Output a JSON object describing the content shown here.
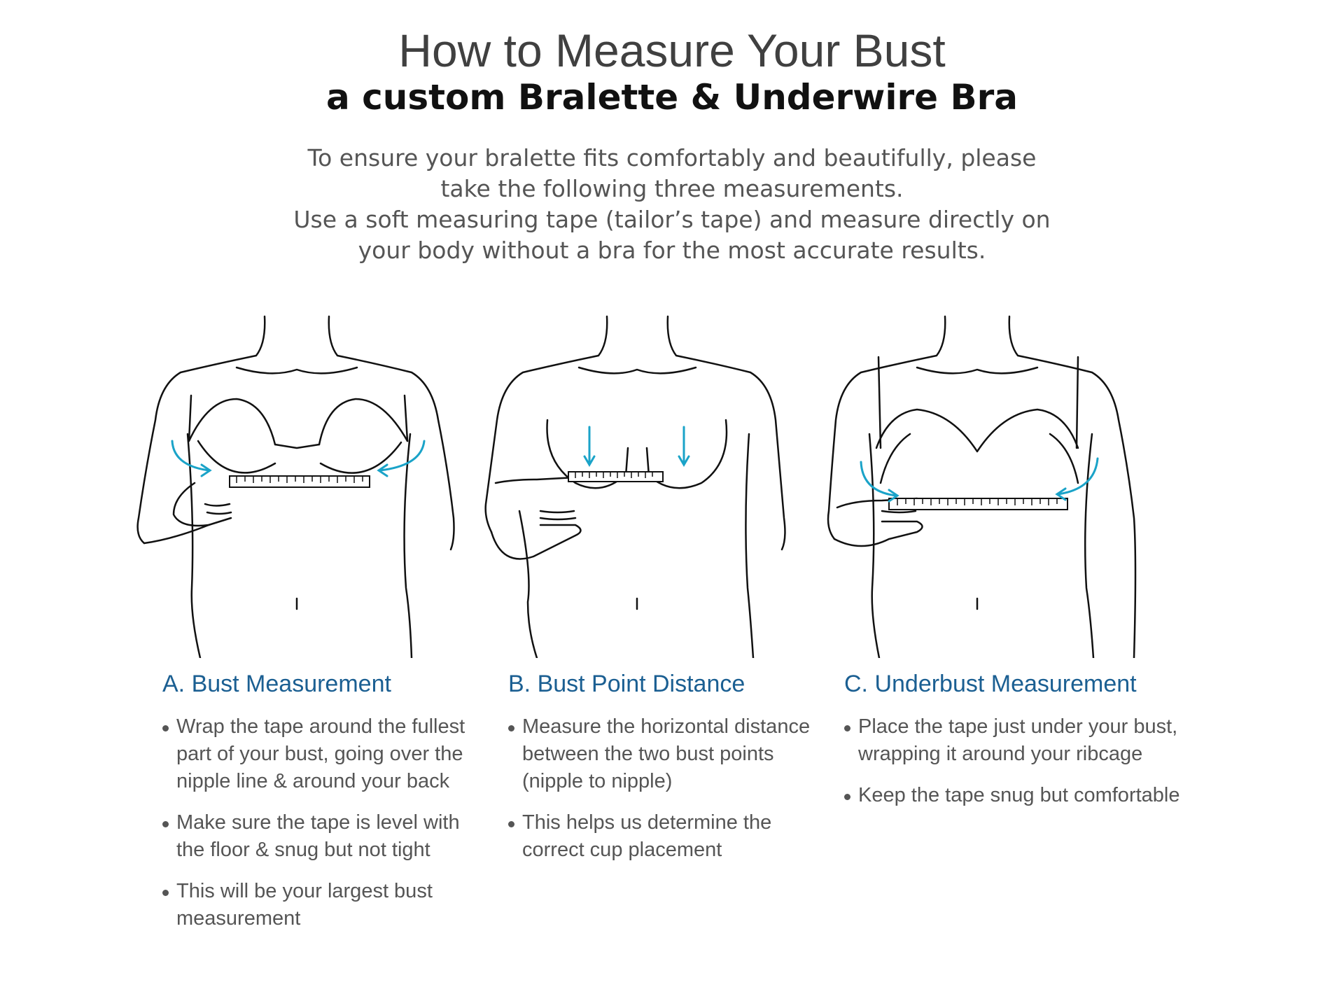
{
  "header": {
    "title": "How to Measure Your Bust",
    "subtitle": "a custom Bralette & Underwire Bra",
    "intro_lines": [
      "To ensure your bralette fits comfortably and beautifully, please",
      "take the following three measurements.",
      "Use a soft measuring tape (tailor’s tape) and measure directly on",
      "your body without a bra for the most accurate results."
    ]
  },
  "colors": {
    "heading": "#1b5f92",
    "arrow": "#1aa3c8",
    "text": "#555555",
    "line": "#111111"
  },
  "sections": [
    {
      "heading": "A. Bust Measurement",
      "illustration_icon": "bust-measurement-figure",
      "bullets": [
        "Wrap the tape around the fullest part of your bust, going over the nipple line & around your back",
        "Make sure the tape is level with the floor & snug but not tight",
        "This will be your largest bust measurement"
      ]
    },
    {
      "heading": "B. Bust Point Distance",
      "illustration_icon": "bust-point-figure",
      "bullets": [
        "Measure the horizontal distance between the two bust points (nipple to nipple)",
        "This helps us determine the correct cup placement"
      ]
    },
    {
      "heading": "C. Underbust Measurement",
      "illustration_icon": "underbust-figure",
      "bullets": [
        "Place the tape just under your bust, wrapping it around your ribcage",
        "Keep the tape snug but comfortable"
      ]
    }
  ]
}
